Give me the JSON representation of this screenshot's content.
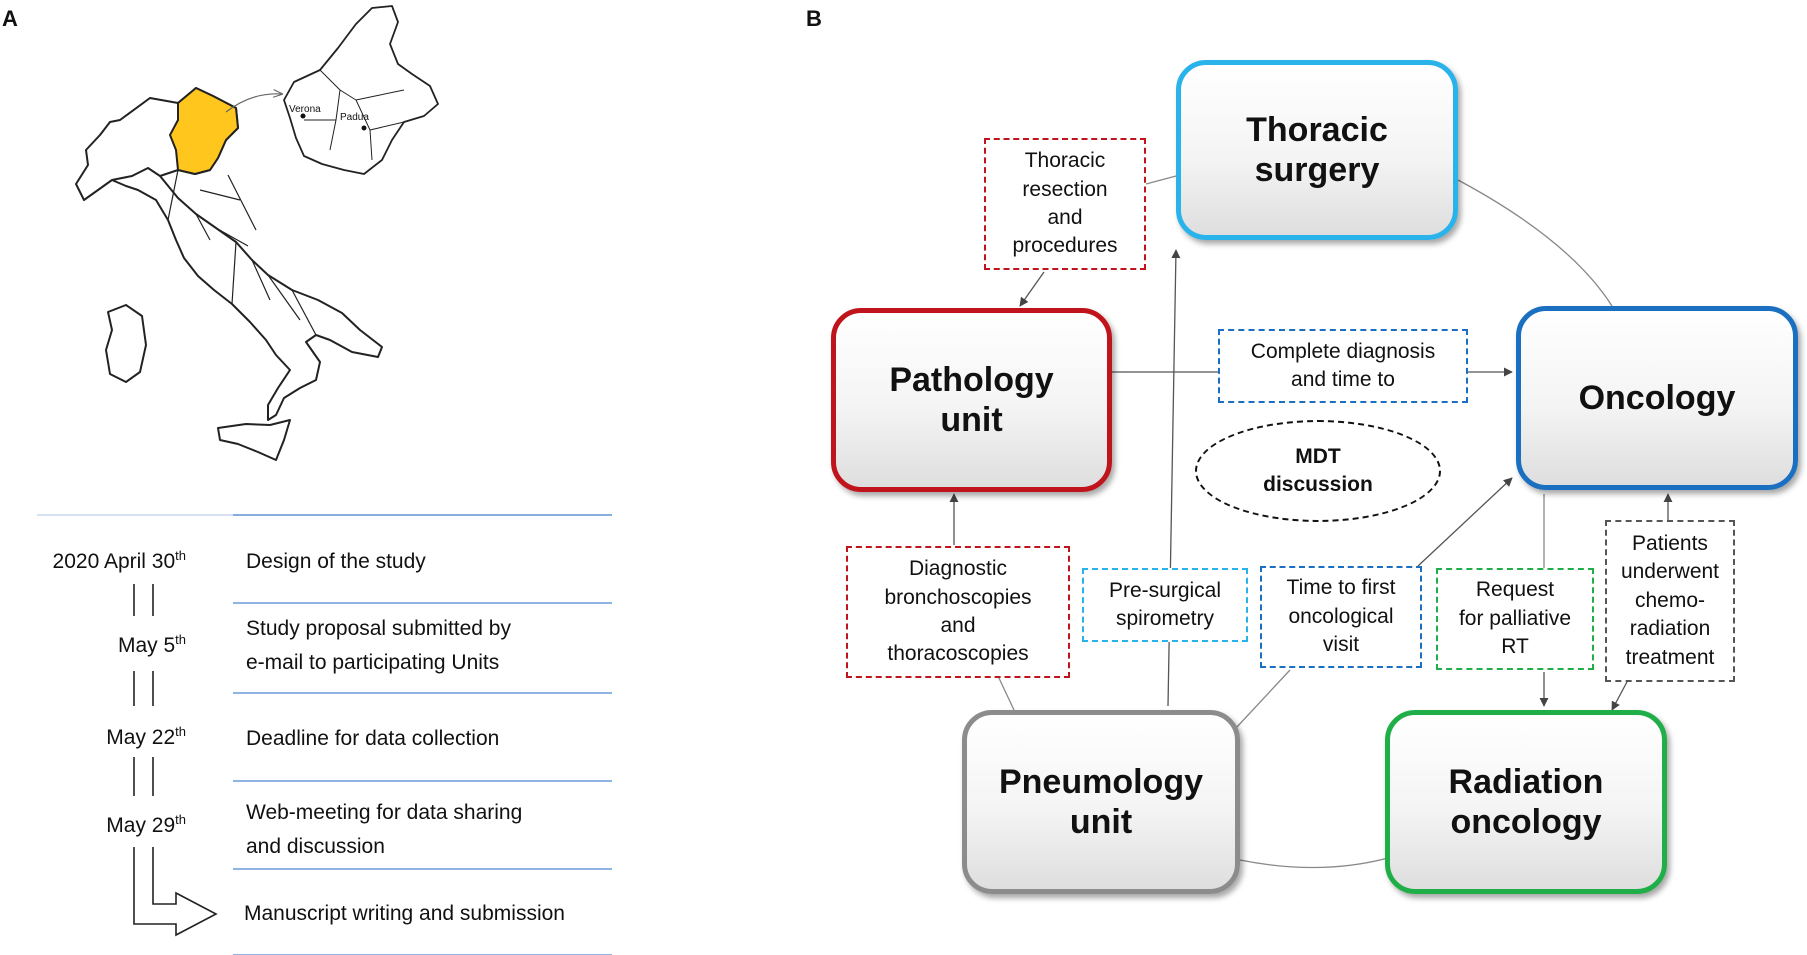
{
  "panels": {
    "a": "A",
    "b": "B"
  },
  "map": {
    "region_color": "#ffc61e",
    "cities": [
      "Verona",
      "Padua"
    ]
  },
  "timeline": {
    "events": [
      {
        "date": "2020 April 30",
        "suffix": "th",
        "text": "Design of the study"
      },
      {
        "date": "May 5",
        "suffix": "th",
        "text": "Study proposal submitted by\ne-mail to participating Units"
      },
      {
        "date": "May 22",
        "suffix": "th",
        "text": "Deadline for data collection"
      },
      {
        "date": "May 29",
        "suffix": "th",
        "text": "Web-meeting for data sharing\nand discussion"
      },
      {
        "date": "",
        "suffix": "",
        "text": "Manuscript writing and submission"
      }
    ]
  },
  "diagram": {
    "nodes": {
      "thoracic": {
        "label": "Thoracic\nsurgery",
        "color": "#29b3ea"
      },
      "pathology": {
        "label": "Pathology\nunit",
        "color": "#c0141c"
      },
      "oncology": {
        "label": "Oncology",
        "color": "#1a6fc0"
      },
      "pneumology": {
        "label": "Pneumology\nunit",
        "color": "#8c8c8c"
      },
      "radiation": {
        "label": "Radiation\noncology",
        "color": "#1fae47"
      }
    },
    "center": "MDT\ndiscussion",
    "tags": {
      "thoracic_resection": {
        "label": "Thoracic\nresection\nand\nprocedures",
        "color": "#c0141c"
      },
      "complete_diagnosis": {
        "label": "Complete diagnosis\nand time to",
        "color": "#1a6fc0"
      },
      "diagnostic": {
        "label": "Diagnostic\nbronchoscopies\nand\nthoracoscopies",
        "color": "#c0141c"
      },
      "presurgical": {
        "label": "Pre-surgical\nspirometry",
        "color": "#29b3ea"
      },
      "time_first": {
        "label": "Time to first\noncological\nvisit",
        "color": "#1a6fc0"
      },
      "palliative": {
        "label": "Request\nfor palliative\nRT",
        "color": "#1fae47"
      },
      "chemo": {
        "label": "Patients\nunderwent\nchemo-\nradiation\ntreatment",
        "color": "#555555"
      }
    }
  }
}
